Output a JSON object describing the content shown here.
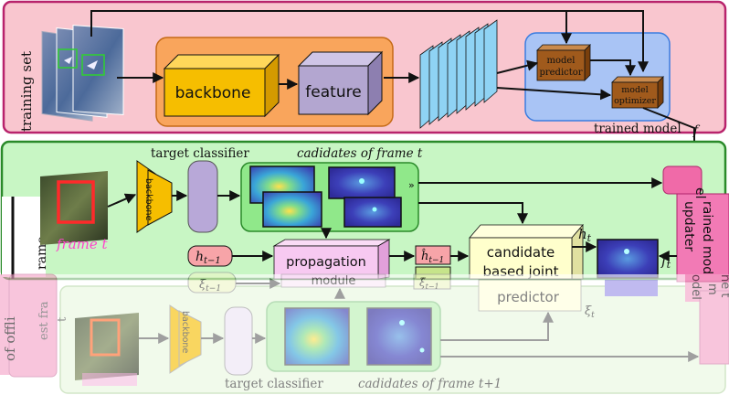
{
  "top_panel": {
    "training_set": "training set",
    "backbone": "backbone",
    "feature": "feature",
    "model_predictor_line1": "model",
    "model_predictor_line2": "predictor",
    "model_optimizer_line1": "model",
    "model_optimizer_line2": "optimizer",
    "trained_model": "trained model",
    "f_symbol": "f"
  },
  "middle_panel": {
    "frame_label": "frame t",
    "target_classifier": "target classifier",
    "candidates_title": "cadidates of frame t",
    "backbone_vertical": "backbone",
    "h_prev_main": "h",
    "h_prev_sub": "t−1",
    "xi_prev_main": "ξ",
    "xi_prev_sub": "t−1",
    "propagation_line1": "propagation",
    "propagation_line2": "module",
    "h_hat_main": "ĥ",
    "h_hat_sub": "t−1",
    "xi_hat_main": "ξ̂",
    "xi_hat_sub": "t−1",
    "joint_line1": "candidate",
    "joint_line2": "based joint",
    "joint_line3": "predictor",
    "h_t_main": "h",
    "h_t_sub": "t",
    "xi_t_main": "ξ",
    "xi_t_sub": "t",
    "f_t_main": "f",
    "f_t_sub": "t",
    "updater_line1": "el",
    "updater_line2": "updater",
    "updater_line3": "rained mod",
    "side_frame": "rame",
    "side_est": "est fra",
    "side_t": "t"
  },
  "bottom_panel": {
    "target_classifier": "target classifier",
    "candidates_title": "cadidates of frame t+1",
    "backbone_vertical": "backbone",
    "left_tab": "of offli",
    "right_tab_line1": "odel",
    "right_tab_line2": "m",
    "right_tab_line3": "ne t"
  },
  "colors": {
    "top_bg": "#f9c6cf",
    "top_border": "#b8236c",
    "mid_bg": "#c8f6c4",
    "mid_border": "#2a8a2a",
    "orange_box": "#f9a55c",
    "backbone_block": "#f6be00",
    "feature_block": "#b3a6d0",
    "optimizer_box": "#a9c4f5",
    "module_brown": "#a05a1c",
    "propagation": "#f7c9f1",
    "joint_predictor": "#ffffcc",
    "pink_panel": "#f27ab5"
  }
}
